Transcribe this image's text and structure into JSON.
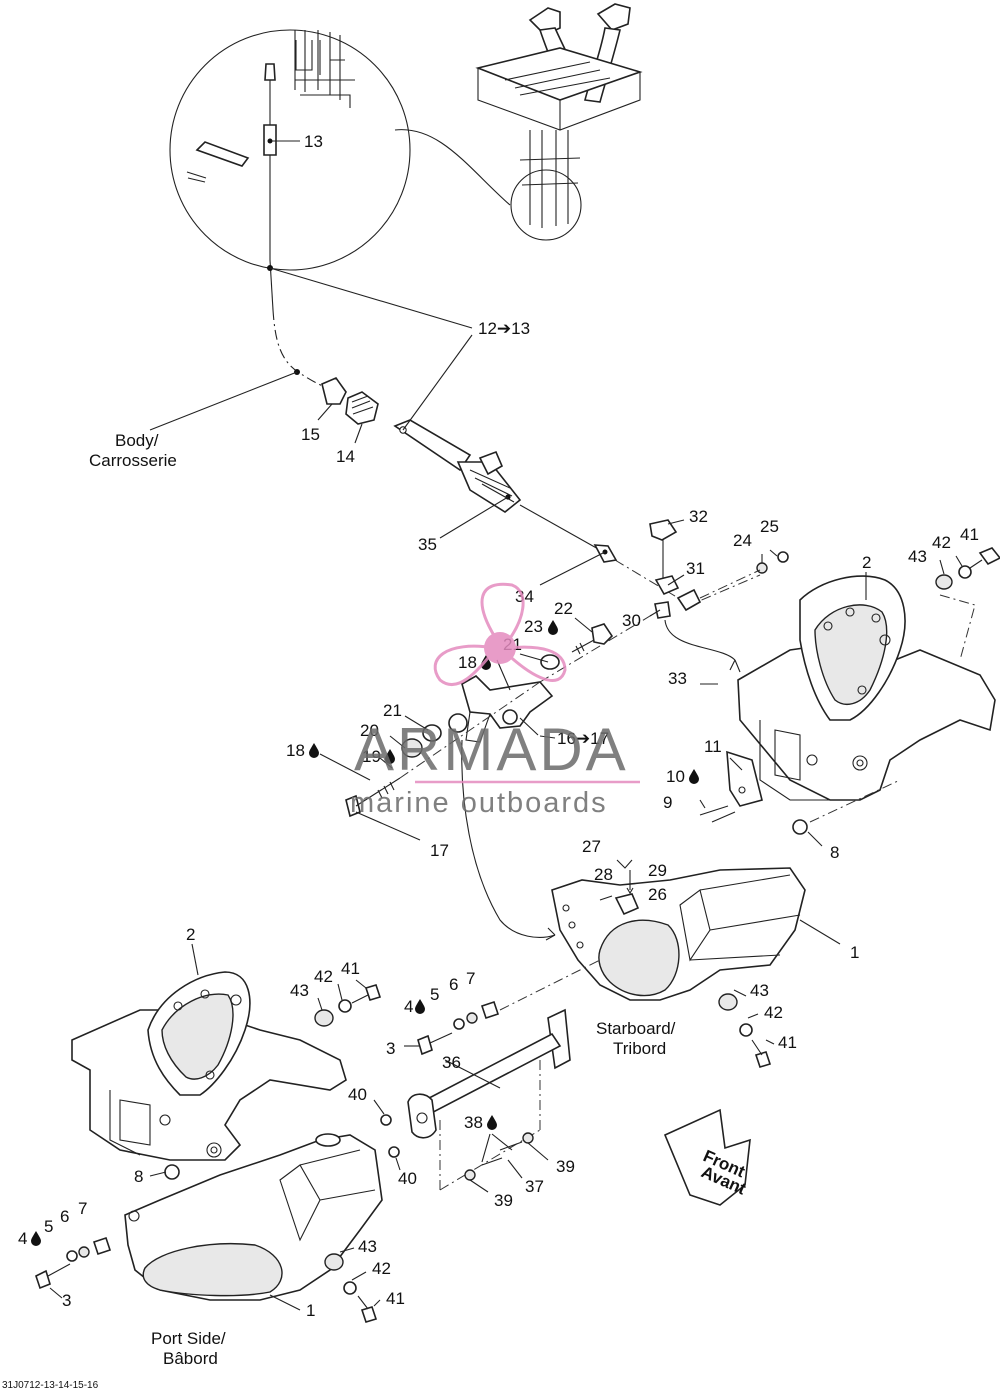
{
  "callouts": {
    "c13": "13",
    "c12_13": "12➔13",
    "c15": "15",
    "c14": "14",
    "c35": "35",
    "c34": "34",
    "c32": "32",
    "c31": "31",
    "c30": "30",
    "c24": "24",
    "c25": "25",
    "c22": "22",
    "c23": "23",
    "c21a": "21",
    "c18a": "18",
    "c33": "33",
    "c21b": "21",
    "c20": "20",
    "c19": "19",
    "c18b": "18",
    "c16_17": "16➔17",
    "c17": "17",
    "c11": "11",
    "c10": "10",
    "c9": "9",
    "c8a": "8",
    "c2a": "2",
    "c43a": "43",
    "c42a": "42",
    "c41a": "41",
    "c27": "27",
    "c28": "28",
    "c29": "29",
    "c26": "26",
    "c1a": "1",
    "c2b": "2",
    "c43b": "43",
    "c42b": "42",
    "c41b": "41",
    "c4a": "4",
    "c5a": "5",
    "c6a": "6",
    "c7a": "7",
    "c3a": "3",
    "c36": "36",
    "c43c": "43",
    "c42c": "42",
    "c41c": "41",
    "c40a": "40",
    "c40b": "40",
    "c38": "38",
    "c39a": "39",
    "c39b": "39",
    "c37": "37",
    "c8b": "8",
    "c4b": "4",
    "c5b": "5",
    "c6b": "6",
    "c7b": "7",
    "c3b": "3",
    "c43d": "43",
    "c42d": "42",
    "c41d": "41",
    "c1b": "1"
  },
  "captions": {
    "body_line1": "Body/",
    "body_line2": "Carrosserie",
    "starboard_line1": "Starboard/",
    "starboard_line2": "Tribord",
    "port_line1": "Port Side/",
    "port_line2": "Bâbord",
    "front_line1": "Front",
    "front_line2": "Avant",
    "drawing_code": "31J0712-13-14-15-16"
  },
  "watermark": {
    "brand": "ARMADA",
    "tagline": "marine outboards",
    "color_pink": "#e48bbf",
    "color_gray": "#6b6b6b"
  },
  "icons": {
    "droplet": "droplet-icon",
    "arrow": "arrow-right-icon",
    "propeller": "propeller-logo"
  }
}
